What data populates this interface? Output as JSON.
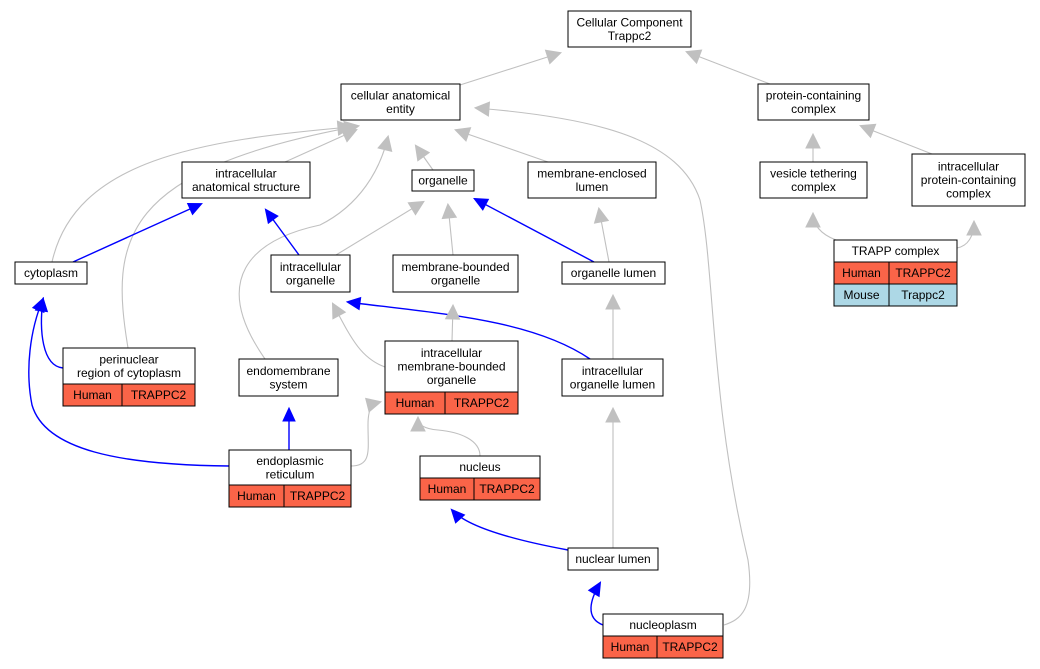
{
  "colors": {
    "is_a_edge": "#c0c0c0",
    "part_of_edge": "#0000ff",
    "node_border": "#000000",
    "human_row": "#fa6448",
    "mouse_row": "#add8e6"
  },
  "nodes": [
    {
      "id": "root",
      "lines": [
        "Cellular Component",
        "Trappc2"
      ]
    },
    {
      "id": "cae",
      "lines": [
        "cellular anatomical",
        "entity"
      ]
    },
    {
      "id": "pcc",
      "lines": [
        "protein-containing",
        "complex"
      ]
    },
    {
      "id": "ias",
      "lines": [
        "intracellular",
        "anatomical structure"
      ]
    },
    {
      "id": "organelle",
      "lines": [
        "organelle"
      ]
    },
    {
      "id": "mel",
      "lines": [
        "membrane-enclosed",
        "lumen"
      ]
    },
    {
      "id": "vtc",
      "lines": [
        "vesicle tethering",
        "complex"
      ]
    },
    {
      "id": "ipcc",
      "lines": [
        "intracellular",
        "protein-containing",
        "complex"
      ]
    },
    {
      "id": "cytoplasm",
      "lines": [
        "cytoplasm"
      ]
    },
    {
      "id": "io",
      "lines": [
        "intracellular",
        "organelle"
      ]
    },
    {
      "id": "mbo",
      "lines": [
        "membrane-bounded",
        "organelle"
      ]
    },
    {
      "id": "ol",
      "lines": [
        "organelle lumen"
      ]
    },
    {
      "id": "trapp",
      "lines": [
        "TRAPP complex"
      ],
      "rows": [
        {
          "species": "Human",
          "gene": "TRAPPC2",
          "kind": "human"
        },
        {
          "species": "Mouse",
          "gene": "Trappc2",
          "kind": "mouse"
        }
      ]
    },
    {
      "id": "prc",
      "lines": [
        "perinuclear",
        "region of cytoplasm"
      ],
      "rows": [
        {
          "species": "Human",
          "gene": "TRAPPC2",
          "kind": "human"
        }
      ]
    },
    {
      "id": "es",
      "lines": [
        "endomembrane",
        "system"
      ]
    },
    {
      "id": "imbo",
      "lines": [
        "intracellular",
        "membrane-bounded",
        "organelle"
      ],
      "rows": [
        {
          "species": "Human",
          "gene": "TRAPPC2",
          "kind": "human"
        }
      ]
    },
    {
      "id": "iol",
      "lines": [
        "intracellular",
        "organelle lumen"
      ]
    },
    {
      "id": "er",
      "lines": [
        "endoplasmic",
        "reticulum"
      ],
      "rows": [
        {
          "species": "Human",
          "gene": "TRAPPC2",
          "kind": "human"
        }
      ]
    },
    {
      "id": "nucleus",
      "lines": [
        "nucleus"
      ],
      "rows": [
        {
          "species": "Human",
          "gene": "TRAPPC2",
          "kind": "human"
        }
      ]
    },
    {
      "id": "nl",
      "lines": [
        "nuclear lumen"
      ]
    },
    {
      "id": "np",
      "lines": [
        "nucleoplasm"
      ],
      "rows": [
        {
          "species": "Human",
          "gene": "TRAPPC2",
          "kind": "human"
        }
      ]
    }
  ],
  "edges": [
    {
      "from": "cae",
      "to": "root",
      "relation": "is_a"
    },
    {
      "from": "pcc",
      "to": "root",
      "relation": "is_a"
    },
    {
      "from": "ias",
      "to": "cae",
      "relation": "is_a"
    },
    {
      "from": "organelle",
      "to": "cae",
      "relation": "is_a"
    },
    {
      "from": "mel",
      "to": "cae",
      "relation": "is_a"
    },
    {
      "from": "cytoplasm",
      "to": "cae",
      "relation": "is_a"
    },
    {
      "from": "prc",
      "to": "cae",
      "relation": "is_a"
    },
    {
      "from": "es",
      "to": "cae",
      "relation": "is_a"
    },
    {
      "from": "np",
      "to": "cae",
      "relation": "is_a"
    },
    {
      "from": "vtc",
      "to": "pcc",
      "relation": "is_a"
    },
    {
      "from": "ipcc",
      "to": "pcc",
      "relation": "is_a"
    },
    {
      "from": "trapp",
      "to": "vtc",
      "relation": "is_a"
    },
    {
      "from": "trapp",
      "to": "ipcc",
      "relation": "is_a"
    },
    {
      "from": "cytoplasm",
      "to": "ias",
      "relation": "part_of"
    },
    {
      "from": "io",
      "to": "ias",
      "relation": "part_of"
    },
    {
      "from": "io",
      "to": "organelle",
      "relation": "is_a"
    },
    {
      "from": "mbo",
      "to": "organelle",
      "relation": "is_a"
    },
    {
      "from": "ol",
      "to": "organelle",
      "relation": "part_of"
    },
    {
      "from": "ol",
      "to": "mel",
      "relation": "is_a"
    },
    {
      "from": "prc",
      "to": "cytoplasm",
      "relation": "part_of"
    },
    {
      "from": "er",
      "to": "cytoplasm",
      "relation": "part_of"
    },
    {
      "from": "imbo",
      "to": "io",
      "relation": "is_a"
    },
    {
      "from": "iol",
      "to": "io",
      "relation": "part_of"
    },
    {
      "from": "imbo",
      "to": "mbo",
      "relation": "is_a"
    },
    {
      "from": "iol",
      "to": "ol",
      "relation": "is_a"
    },
    {
      "from": "er",
      "to": "es",
      "relation": "part_of"
    },
    {
      "from": "er",
      "to": "imbo",
      "relation": "is_a"
    },
    {
      "from": "nucleus",
      "to": "imbo",
      "relation": "is_a"
    },
    {
      "from": "nl",
      "to": "iol",
      "relation": "is_a"
    },
    {
      "from": "nl",
      "to": "nucleus",
      "relation": "part_of"
    },
    {
      "from": "np",
      "to": "nl",
      "relation": "part_of"
    }
  ]
}
